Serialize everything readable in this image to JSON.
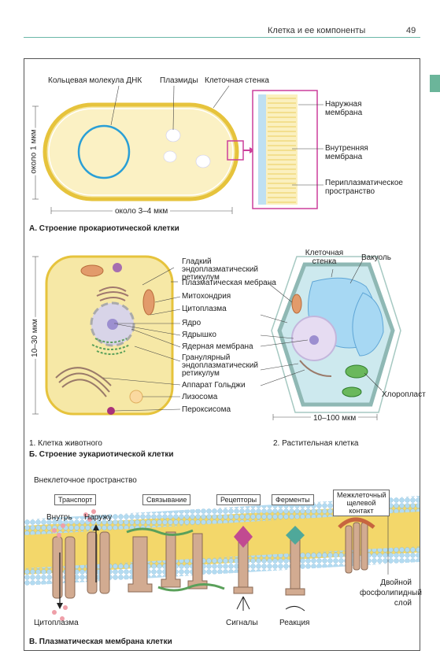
{
  "header": {
    "title": "Клетка и ее компоненты",
    "page": "49"
  },
  "panelA": {
    "caption": "А. Строение прокариотической клетки",
    "labels": {
      "dna": "Кольцевая молекула ДНК",
      "plasmids": "Плазмиды",
      "wall": "Клеточная стенка",
      "outer": "Наружная мембрана",
      "inner": "Внутренняя мембрана",
      "peri": "Периплазматическое пространство",
      "height": "около 1 мкм",
      "width": "около 3–4 мкм"
    }
  },
  "panelB": {
    "caption": "Б. Строение эукариотической клетки",
    "sub1": "1. Клетка животного",
    "sub2": "2. Растительная клетка",
    "size_left": "10–30 мкм",
    "size_right": "10–100 мкм",
    "labels": [
      "Гладкий эндоплазматический ретикулум",
      "Плазматическая мебрана",
      "Митохондрия",
      "Цитоплазма",
      "Ядро",
      "Ядрышко",
      "Ядерная мембрана",
      "Гранулярный эндоплазматический ретикулум",
      "Аппарат Гольджи",
      "Лизосома",
      "Пероксисома"
    ],
    "plant_labels": {
      "wall": "Клеточная стенка",
      "vacuole": "Вакуоль",
      "chloro": "Хлоропласт"
    }
  },
  "panelC": {
    "caption": "В. Плазматическая мембрана клетки",
    "extracell": "Внеклеточное пространство",
    "boxes": [
      "Транспорт",
      "Связывание",
      "Рецепторы",
      "Ферменты",
      "Межклеточный щелевой контакт"
    ],
    "inside": "Внутрь",
    "outside": "Наружу",
    "cytoplasm": "Цитоплазма",
    "signals": "Сигналы",
    "reaction": "Реакция",
    "bilayer": "Двойной фосфолипидный слой"
  },
  "colors": {
    "accent": "#6ab7a8",
    "cytoplasm": "#f9e9a8",
    "cell_wall": "#e8c94b",
    "nucleus": "#c9b8e0",
    "plant": "#bfe3e8",
    "magenta": "#cc3f9b",
    "membrane_blue": "#a8d3ec",
    "membrane_yellow": "#f0d66a"
  }
}
